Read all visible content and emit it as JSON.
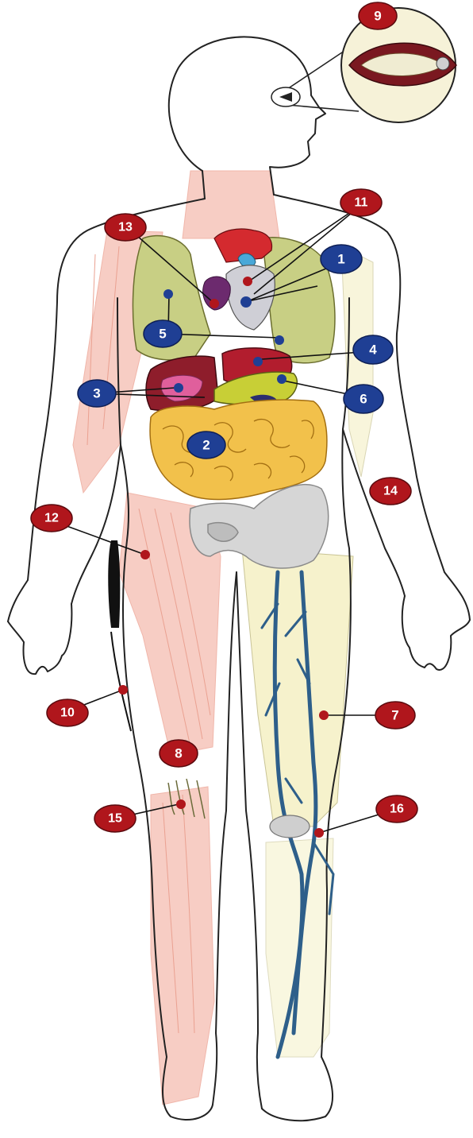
{
  "diagram": {
    "colors": {
      "blue_marker": "#1f3f94",
      "red_marker": "#b0161c",
      "muscle": "#f6c5ba",
      "lung": "#c8cf84",
      "intestine": "#f2c14b",
      "liver": "#8e1d2b",
      "vein": "#2e5f8a",
      "bone_leg": "#f6f2cc",
      "pelvis": "#cfcfcf"
    },
    "markers": [
      {
        "id": "marker-1",
        "label": "1",
        "color": "blue"
      },
      {
        "id": "marker-2",
        "label": "2",
        "color": "blue"
      },
      {
        "id": "marker-3",
        "label": "3",
        "color": "blue"
      },
      {
        "id": "marker-4",
        "label": "4",
        "color": "blue"
      },
      {
        "id": "marker-5",
        "label": "5",
        "color": "blue"
      },
      {
        "id": "marker-6",
        "label": "6",
        "color": "blue"
      },
      {
        "id": "marker-7",
        "label": "7",
        "color": "red"
      },
      {
        "id": "marker-8",
        "label": "8",
        "color": "red"
      },
      {
        "id": "marker-9",
        "label": "9",
        "color": "red"
      },
      {
        "id": "marker-10",
        "label": "10",
        "color": "red"
      },
      {
        "id": "marker-11",
        "label": "11",
        "color": "red"
      },
      {
        "id": "marker-12",
        "label": "12",
        "color": "red"
      },
      {
        "id": "marker-13",
        "label": "13",
        "color": "red"
      },
      {
        "id": "marker-14",
        "label": "14",
        "color": "red"
      },
      {
        "id": "marker-15",
        "label": "15",
        "color": "red"
      },
      {
        "id": "marker-16",
        "label": "16",
        "color": "red"
      }
    ]
  }
}
